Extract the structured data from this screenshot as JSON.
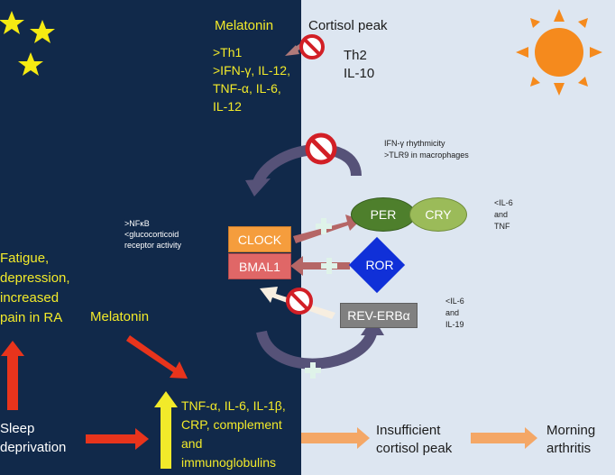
{
  "night": {
    "melatonin_top": "Melatonin",
    "th1_lines": [
      ">Th1",
      ">IFN-γ, IL-12,",
      "TNF-α, IL-6,",
      "IL-12"
    ],
    "nfkb_lines": [
      ">NFκB",
      "<glucocorticoid",
      "receptor activity"
    ],
    "fatigue_lines": [
      "Fatigue,",
      "depression,",
      "increased",
      "pain in RA"
    ],
    "melatonin_mid": "Melatonin",
    "sleep_lines": [
      "Sleep",
      "deprivation"
    ],
    "cytokines_lines": [
      "TNF-α, IL-6, IL-1β,",
      "CRP, complement",
      "and",
      "immunoglobulins"
    ]
  },
  "day": {
    "cortisol_peak": "Cortisol peak",
    "th2_lines": [
      "Th2",
      "IL-10"
    ],
    "ifn_lines": [
      "IFN-γ rhythmicity",
      ">TLR9 in macrophages"
    ],
    "il6_tnf_lines": [
      "<IL-6",
      "and",
      "TNF"
    ],
    "il6_il19_lines": [
      "<IL-6",
      "and",
      "IL-19"
    ],
    "insufficient_lines": [
      "Insufficient",
      "cortisol peak"
    ],
    "morning_lines": [
      "Morning",
      "arthritis"
    ]
  },
  "clock_genes": {
    "clock": "CLOCK",
    "bmal1": "BMAL1",
    "per": "PER",
    "cry": "CRY",
    "ror": "ROR",
    "rev_erb": "REV-ERBα"
  },
  "colors": {
    "night_bg": "#11294a",
    "day_bg": "#dde6f1",
    "highlight_yellow": "#f2ea2a",
    "per_green": "#4e7f2c",
    "cry_green": "#9bbb59",
    "ror_blue": "#1030d8",
    "clock_orange": "#f59d3d",
    "bmal1_red": "#e06767",
    "rev_erb_gray": "#808080",
    "sun_orange": "#f58a1d",
    "red_arrow": "#e8341c",
    "inhibit_red": "#d21f26"
  },
  "icons": [
    "crescent-moon-icon",
    "star-icon",
    "sun-icon",
    "prohibition-icon",
    "plus-icon"
  ]
}
